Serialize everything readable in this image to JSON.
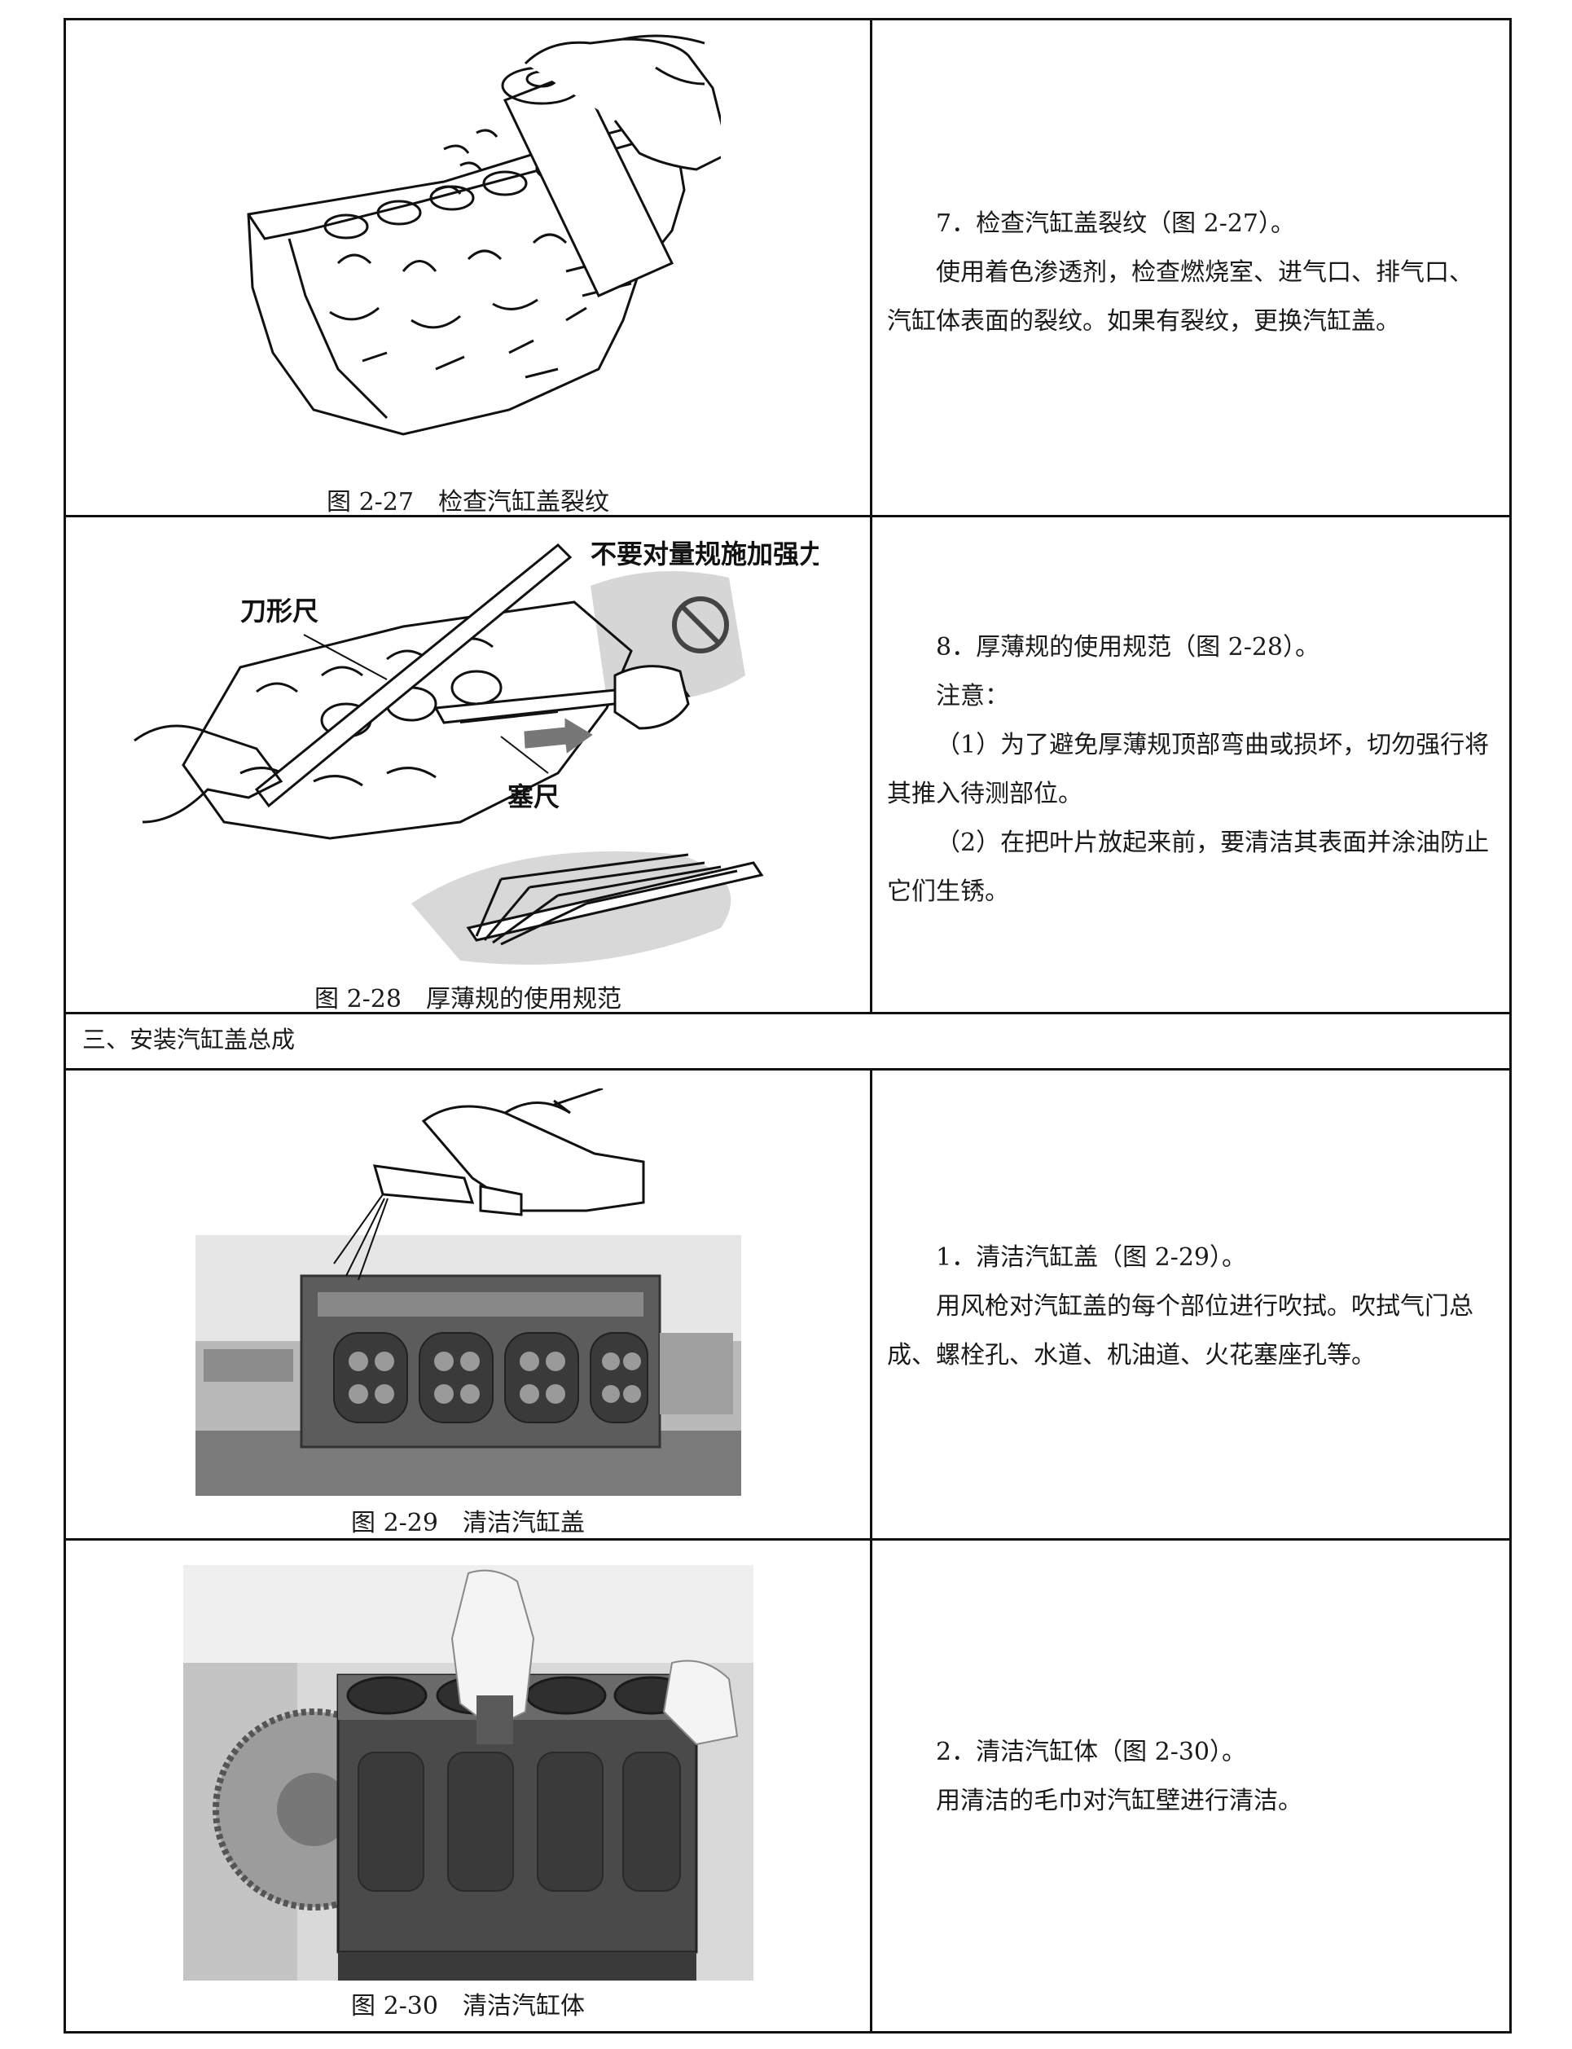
{
  "rows": [
    {
      "caption": "图 2-27　检查汽缸盖裂纹",
      "heading": "7．检查汽缸盖裂纹（图 2-27）。",
      "body": "使用着色渗透剂，检查燃烧室、进气口、排气口、汽缸体表面的裂纹。如果有裂纹，更换汽缸盖。"
    },
    {
      "caption": "图 2-28　厚薄规的使用规范",
      "callouts": {
        "warning": "不要对量规施加强力",
        "straightedge": "刀形尺",
        "feeler": "塞尺"
      },
      "heading": "8．厚薄规的使用规范（图 2-28）。",
      "note_label": "注意：",
      "note1": "（1）为了避免厚薄规顶部弯曲或损坏，切勿强行将其推入待测部位。",
      "note2": "（2）在把叶片放起来前，要清洁其表面并涂油防止它们生锈。"
    }
  ],
  "section": {
    "title": "三、安装汽缸盖总成"
  },
  "rows2": [
    {
      "caption": "图 2-29　清洁汽缸盖",
      "heading": "1．清洁汽缸盖（图 2-29）。",
      "body": "用风枪对汽缸盖的每个部位进行吹拭。吹拭气门总成、螺栓孔、水道、机油道、火花塞座孔等。"
    },
    {
      "caption": "图 2-30　清洁汽缸体",
      "heading": "2．清洁汽缸体（图 2-30）。",
      "body": "用清洁的毛巾对汽缸壁进行清洁。"
    }
  ]
}
